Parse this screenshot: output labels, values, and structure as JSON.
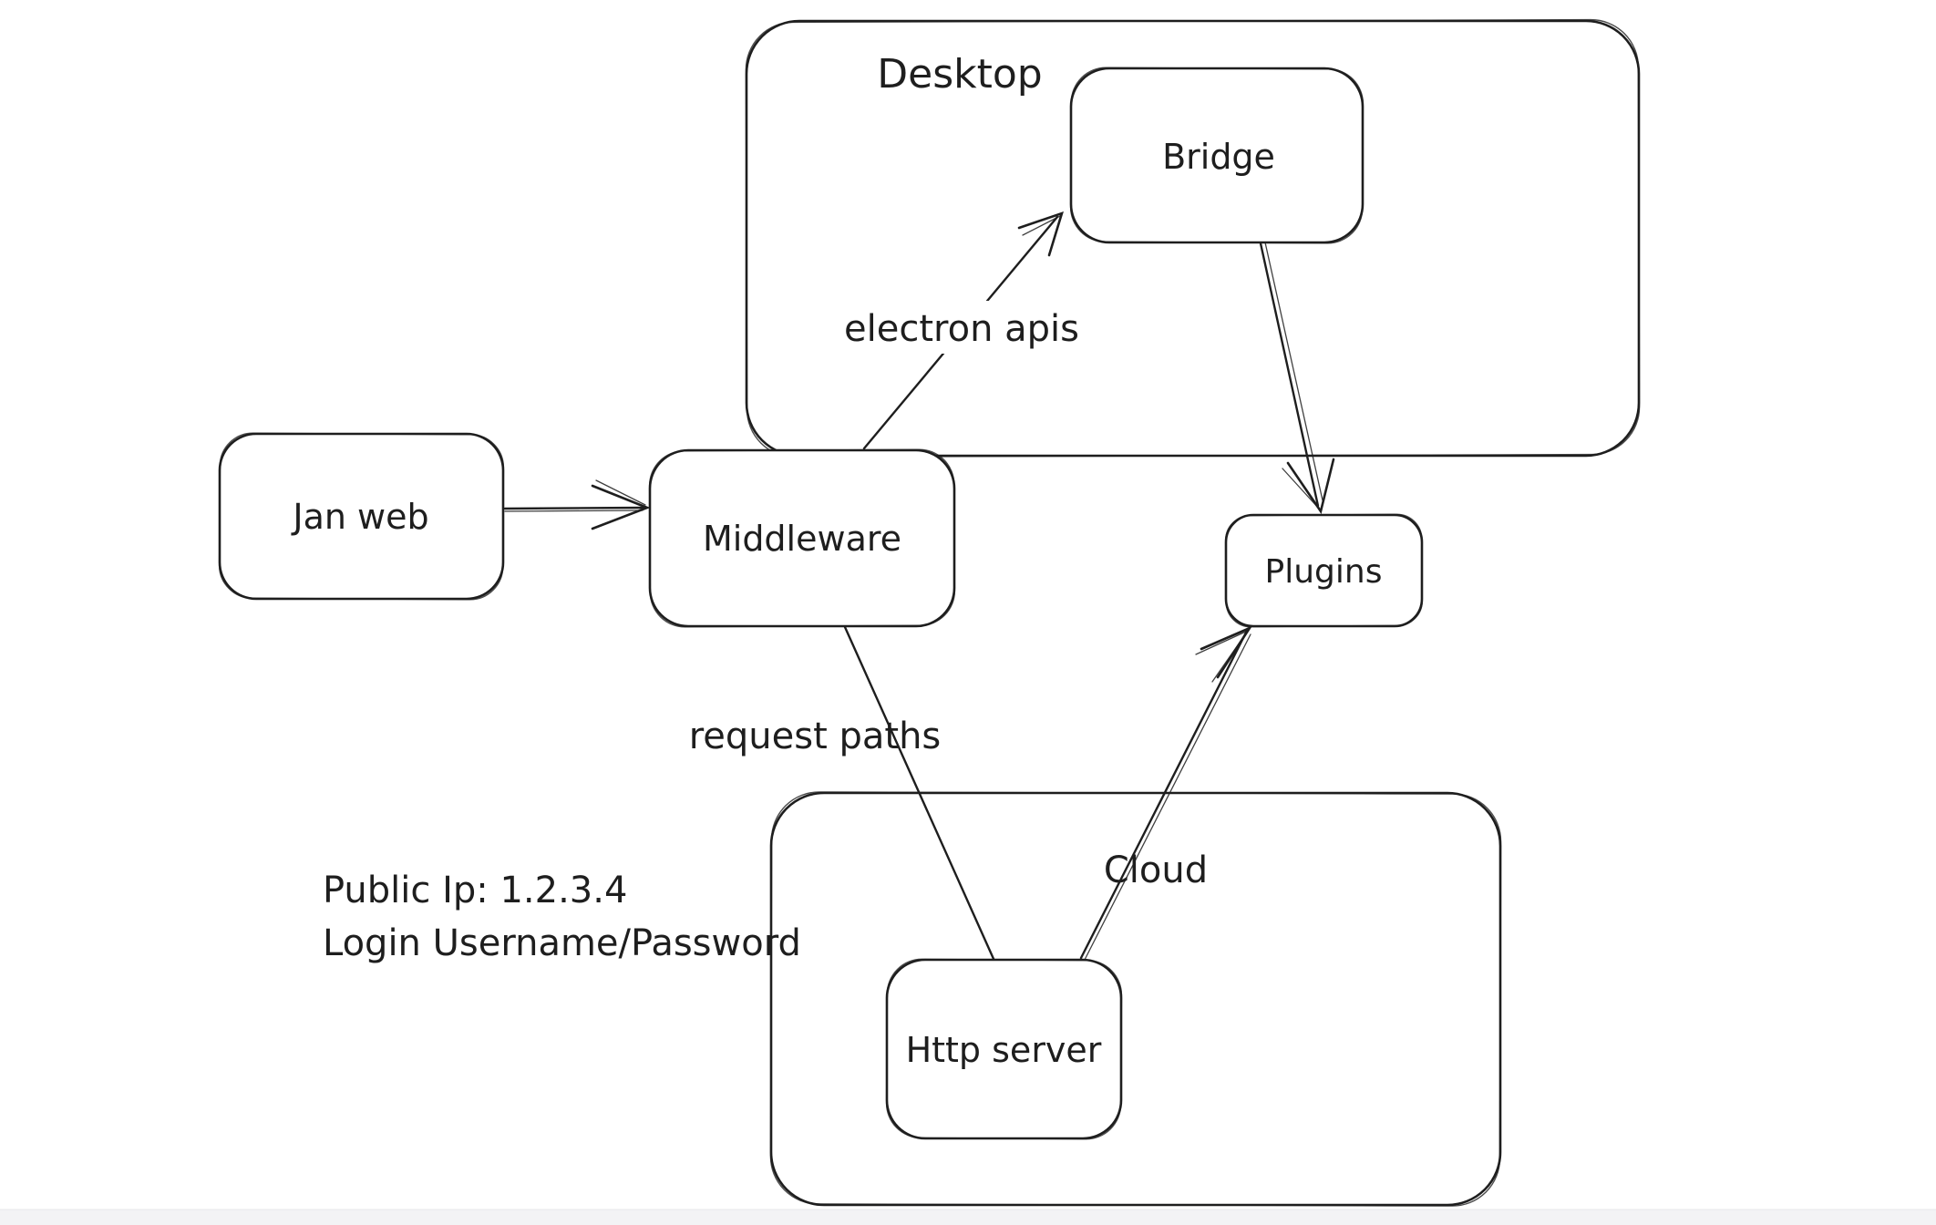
{
  "diagram": {
    "containers": [
      {
        "id": "desktop",
        "label": "Desktop"
      },
      {
        "id": "cloud",
        "label": "Cloud"
      }
    ],
    "nodes": [
      {
        "id": "jan-web",
        "label": "Jan web"
      },
      {
        "id": "middleware",
        "label": "Middleware"
      },
      {
        "id": "bridge",
        "label": "Bridge"
      },
      {
        "id": "plugins",
        "label": "Plugins"
      },
      {
        "id": "http-server",
        "label": "Http server"
      }
    ],
    "edges": [
      {
        "id": "jan-web-to-middleware",
        "from": "Jan web",
        "to": "Middleware",
        "label": ""
      },
      {
        "id": "middleware-to-bridge",
        "from": "Middleware",
        "to": "Bridge",
        "label": "electron apis"
      },
      {
        "id": "bridge-to-plugins",
        "from": "Bridge",
        "to": "Plugins",
        "label": ""
      },
      {
        "id": "middleware-to-http-server",
        "from": "Middleware",
        "to": "Http server",
        "label": "request paths"
      },
      {
        "id": "http-server-to-plugins",
        "from": "Http server",
        "to": "Plugins",
        "label": ""
      }
    ],
    "annotations": [
      {
        "id": "public-ip",
        "text": "Public Ip: 1.2.3.4"
      },
      {
        "id": "login",
        "text": "Login Username/Password"
      }
    ],
    "colors": {
      "stroke": "#1e1e1e",
      "canvas": "#ffffff",
      "bottom_strip": "#f3f3f5"
    }
  }
}
